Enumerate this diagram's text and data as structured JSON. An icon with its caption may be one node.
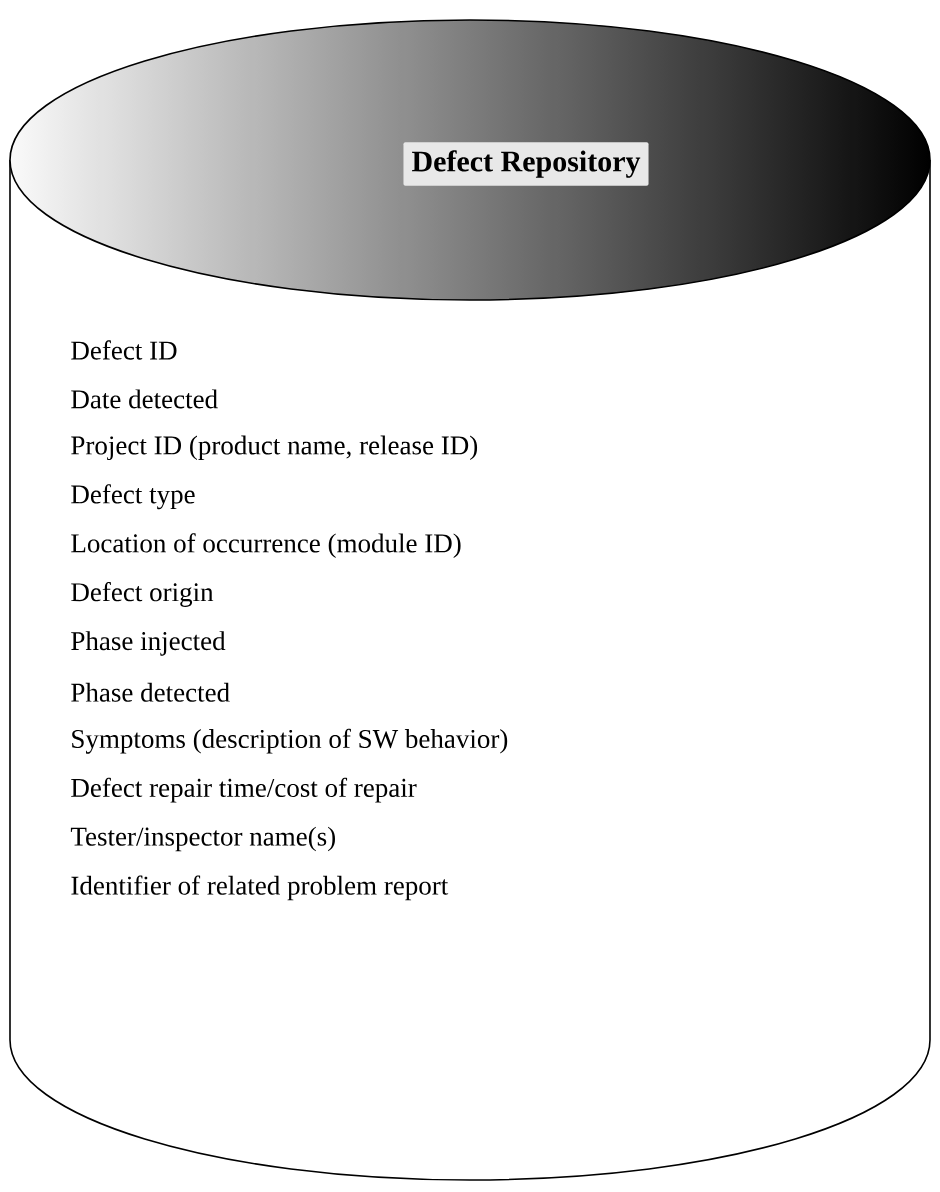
{
  "diagram": {
    "nodes": [
      {
        "text": [
          "Defect Repository",
          "Defect ID",
          "Date detected",
          "Project ID (product name, release ID)",
          "Defect type",
          "Location of occurrence (module ID)",
          "Defect origin",
          "Phase injected",
          "Phase detected",
          "Symptoms (description of SW behavior)",
          "Defect repair time/cost of repair",
          "Tester/inspector name(s)",
          "Identifier of related problem report"
        ]
      }
    ]
  }
}
